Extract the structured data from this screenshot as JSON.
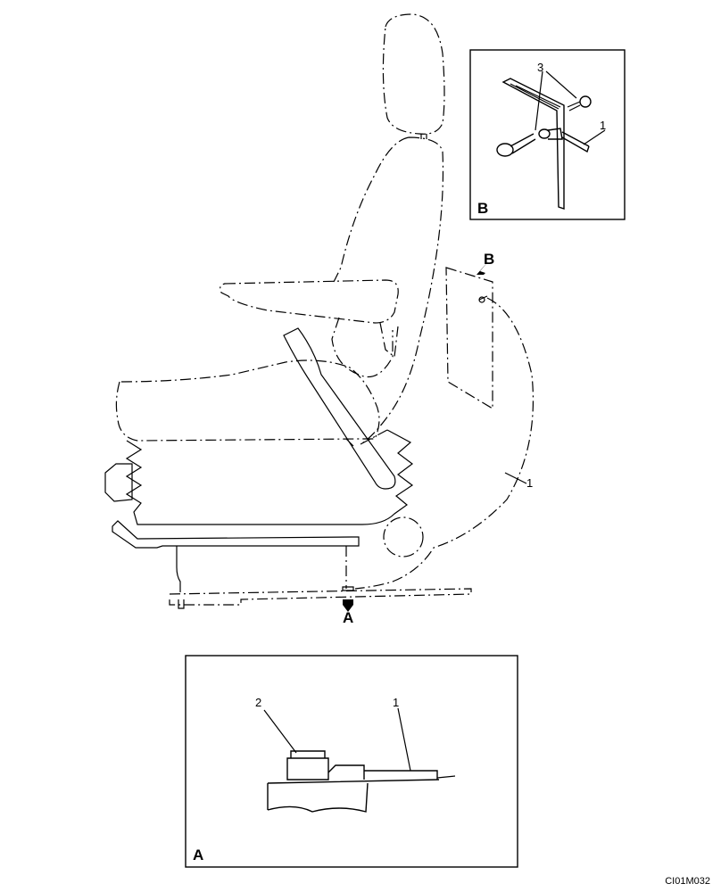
{
  "drawing_code": "CI01M032",
  "view_labels": {
    "view_a": "A",
    "view_b": "B"
  },
  "arrows": {
    "arrow_a": "A",
    "arrow_b": "B"
  },
  "callouts": {
    "main_1": "1",
    "detail_b_1": "1",
    "detail_b_3": "3",
    "detail_a_1": "1",
    "detail_a_2": "2"
  }
}
